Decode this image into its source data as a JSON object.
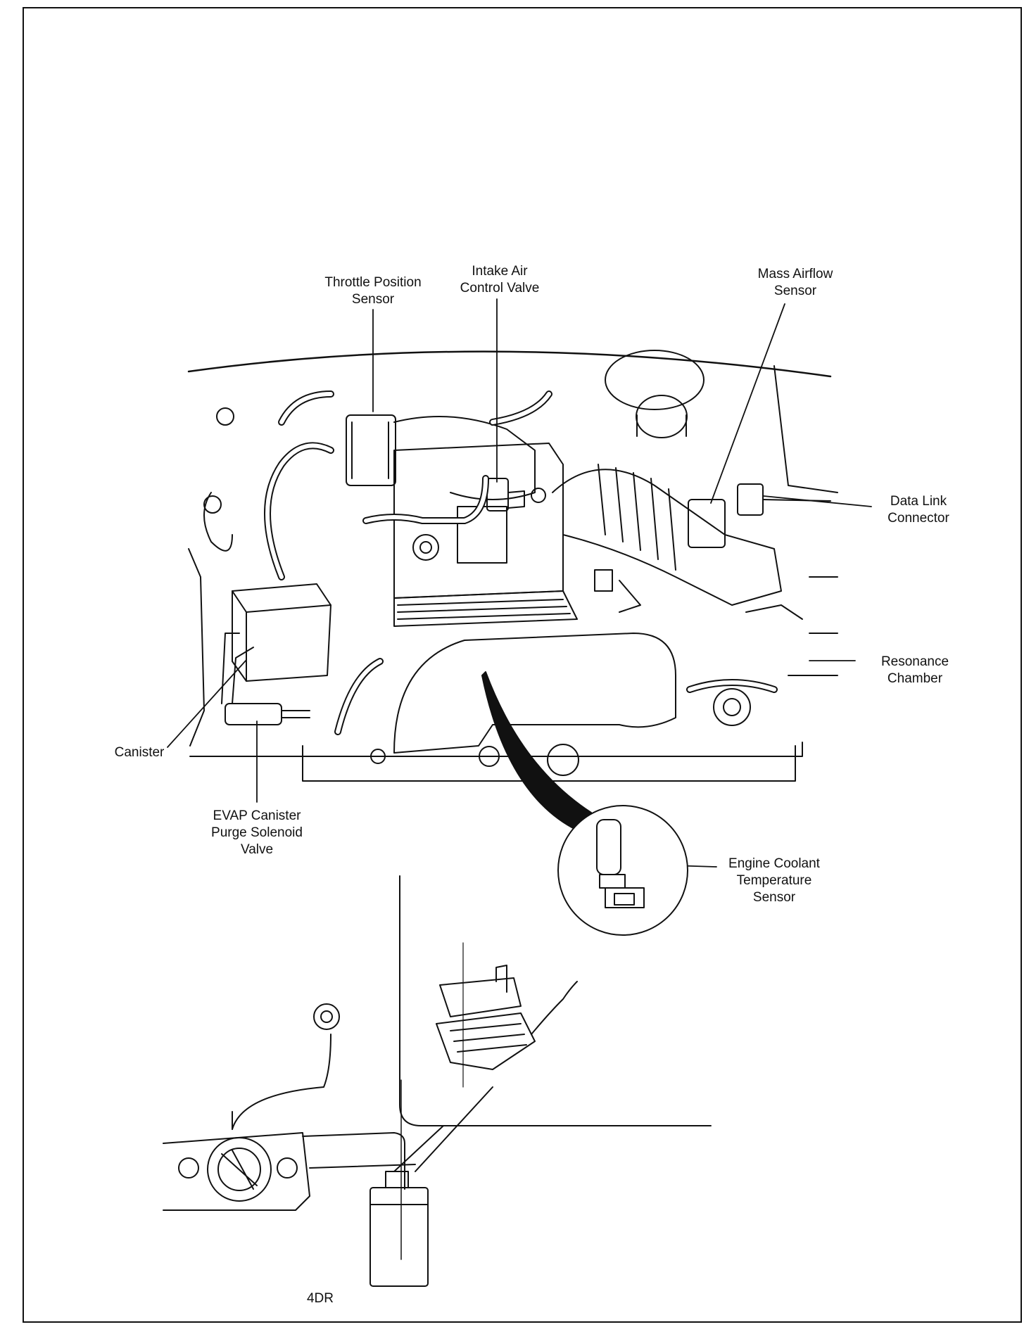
{
  "labels": {
    "throttle_position_sensor": [
      "Throttle Position",
      "Sensor"
    ],
    "intake_air_control_valve": [
      "Intake Air",
      "Control Valve"
    ],
    "mass_airflow_sensor": [
      "Mass Airflow",
      "Sensor"
    ],
    "data_link_connector": [
      "Data Link",
      "Connector"
    ],
    "resonance_chamber": [
      "Resonance",
      "Chamber"
    ],
    "canister": "Canister",
    "evap_canister_purge_solenoid_valve": [
      "EVAP Canister",
      "Purge Solenoid",
      "Valve"
    ],
    "engine_coolant_temperature_sensor": [
      "Engine Coolant",
      "Temperature",
      "Sensor"
    ],
    "model_4dr": "4DR"
  }
}
